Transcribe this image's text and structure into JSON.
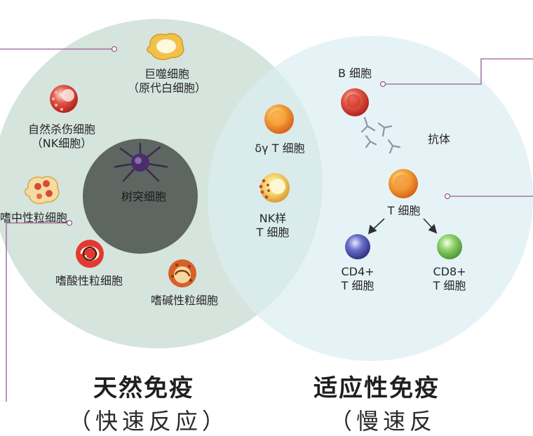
{
  "innate": {
    "title": "天然免疫",
    "subtitle": "（快速反应）",
    "cells": {
      "macrophage": [
        "巨噬细胞",
        "（原代白细胞）"
      ],
      "nk": [
        "自然杀伤细胞",
        "（NK细胞）"
      ],
      "dendritic": "树突细胞",
      "neutrophil": "嗜中性粒细胞",
      "eosinophil": "嗜酸性粒细胞",
      "basophil": "嗜碱性粒细胞"
    }
  },
  "overlap": {
    "gd_t": "δγ T 细胞",
    "nkt": [
      "NK样",
      "T 细胞"
    ]
  },
  "adaptive": {
    "title": "适应性免疫",
    "subtitle": "（慢速反",
    "b_cell": "B 细胞",
    "antibody": "抗体",
    "t_cell": "T 细胞",
    "cd4": [
      "CD4+",
      "T 细胞"
    ],
    "cd8": [
      "CD8+",
      "T 细胞"
    ]
  },
  "colors": {
    "innate_circle": "#d4e3dc",
    "adaptive_circle": "#dbeef2",
    "dendritic_core": "#5e6662",
    "leader_line": "#9a5b93"
  }
}
